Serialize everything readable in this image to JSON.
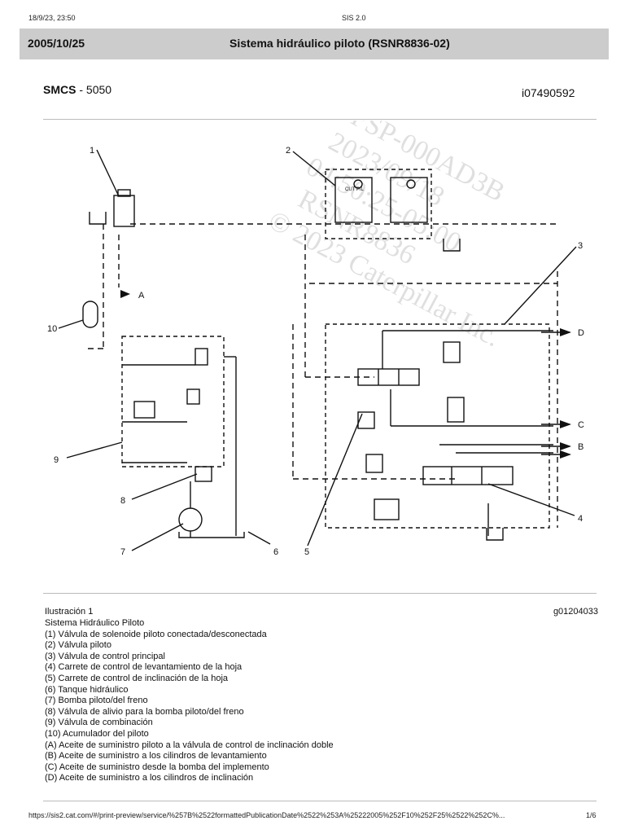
{
  "print_header": {
    "datetime": "18/9/23, 23:50",
    "title": "SIS 2.0"
  },
  "title_bar": {
    "date": "2005/10/25",
    "title": "Sistema hidráulico piloto (RSNR8836-02)"
  },
  "smcs": {
    "label": "SMCS",
    "separator": " - ",
    "code": "5050"
  },
  "document_id": "i07490592",
  "diagram": {
    "watermark": [
      "PSP-000AD3B",
      "2023/09/18",
      "04:50:25-05:00",
      "RSNR8836",
      "© 2023 Caterpillar Inc."
    ],
    "callouts": [
      "1",
      "2",
      "3",
      "4",
      "5",
      "6",
      "7",
      "8",
      "9",
      "10"
    ],
    "port_labels": [
      "A",
      "B",
      "C",
      "D"
    ],
    "inline_labels": {
      "valve_label": "CUT  PIL"
    }
  },
  "caption": {
    "figure_label": "Ilustración 1",
    "figure_code": "g01204033",
    "lines": [
      "Sistema Hidráulico Piloto",
      "(1) Válvula de solenoide piloto conectada/desconectada",
      "(2) Válvula piloto",
      "(3) Válvula de control principal",
      "(4) Carrete de control de levantamiento de la hoja",
      "(5) Carrete de control de inclinación de la hoja",
      "(6) Tanque hidráulico",
      "(7) Bomba piloto/del freno",
      "(8) Válvula de alivio para la bomba piloto/del freno",
      "(9) Válvula de combinación",
      "(10) Acumulador del piloto",
      "(A) Aceite de suministro piloto a la válvula de control de inclinación doble",
      "(B) Aceite de suministro a los cilindros de levantamiento",
      "(C) Aceite de suministro desde la bomba del implemento",
      "(D) Aceite de suministro a los cilindros de inclinación"
    ]
  },
  "print_footer": {
    "url": "https://sis2.cat.com/#/print-preview/service/%257B%2522formattedPublicationDate%2522%253A%25222005%252F10%252F25%2522%252C%...",
    "page": "1/6"
  }
}
